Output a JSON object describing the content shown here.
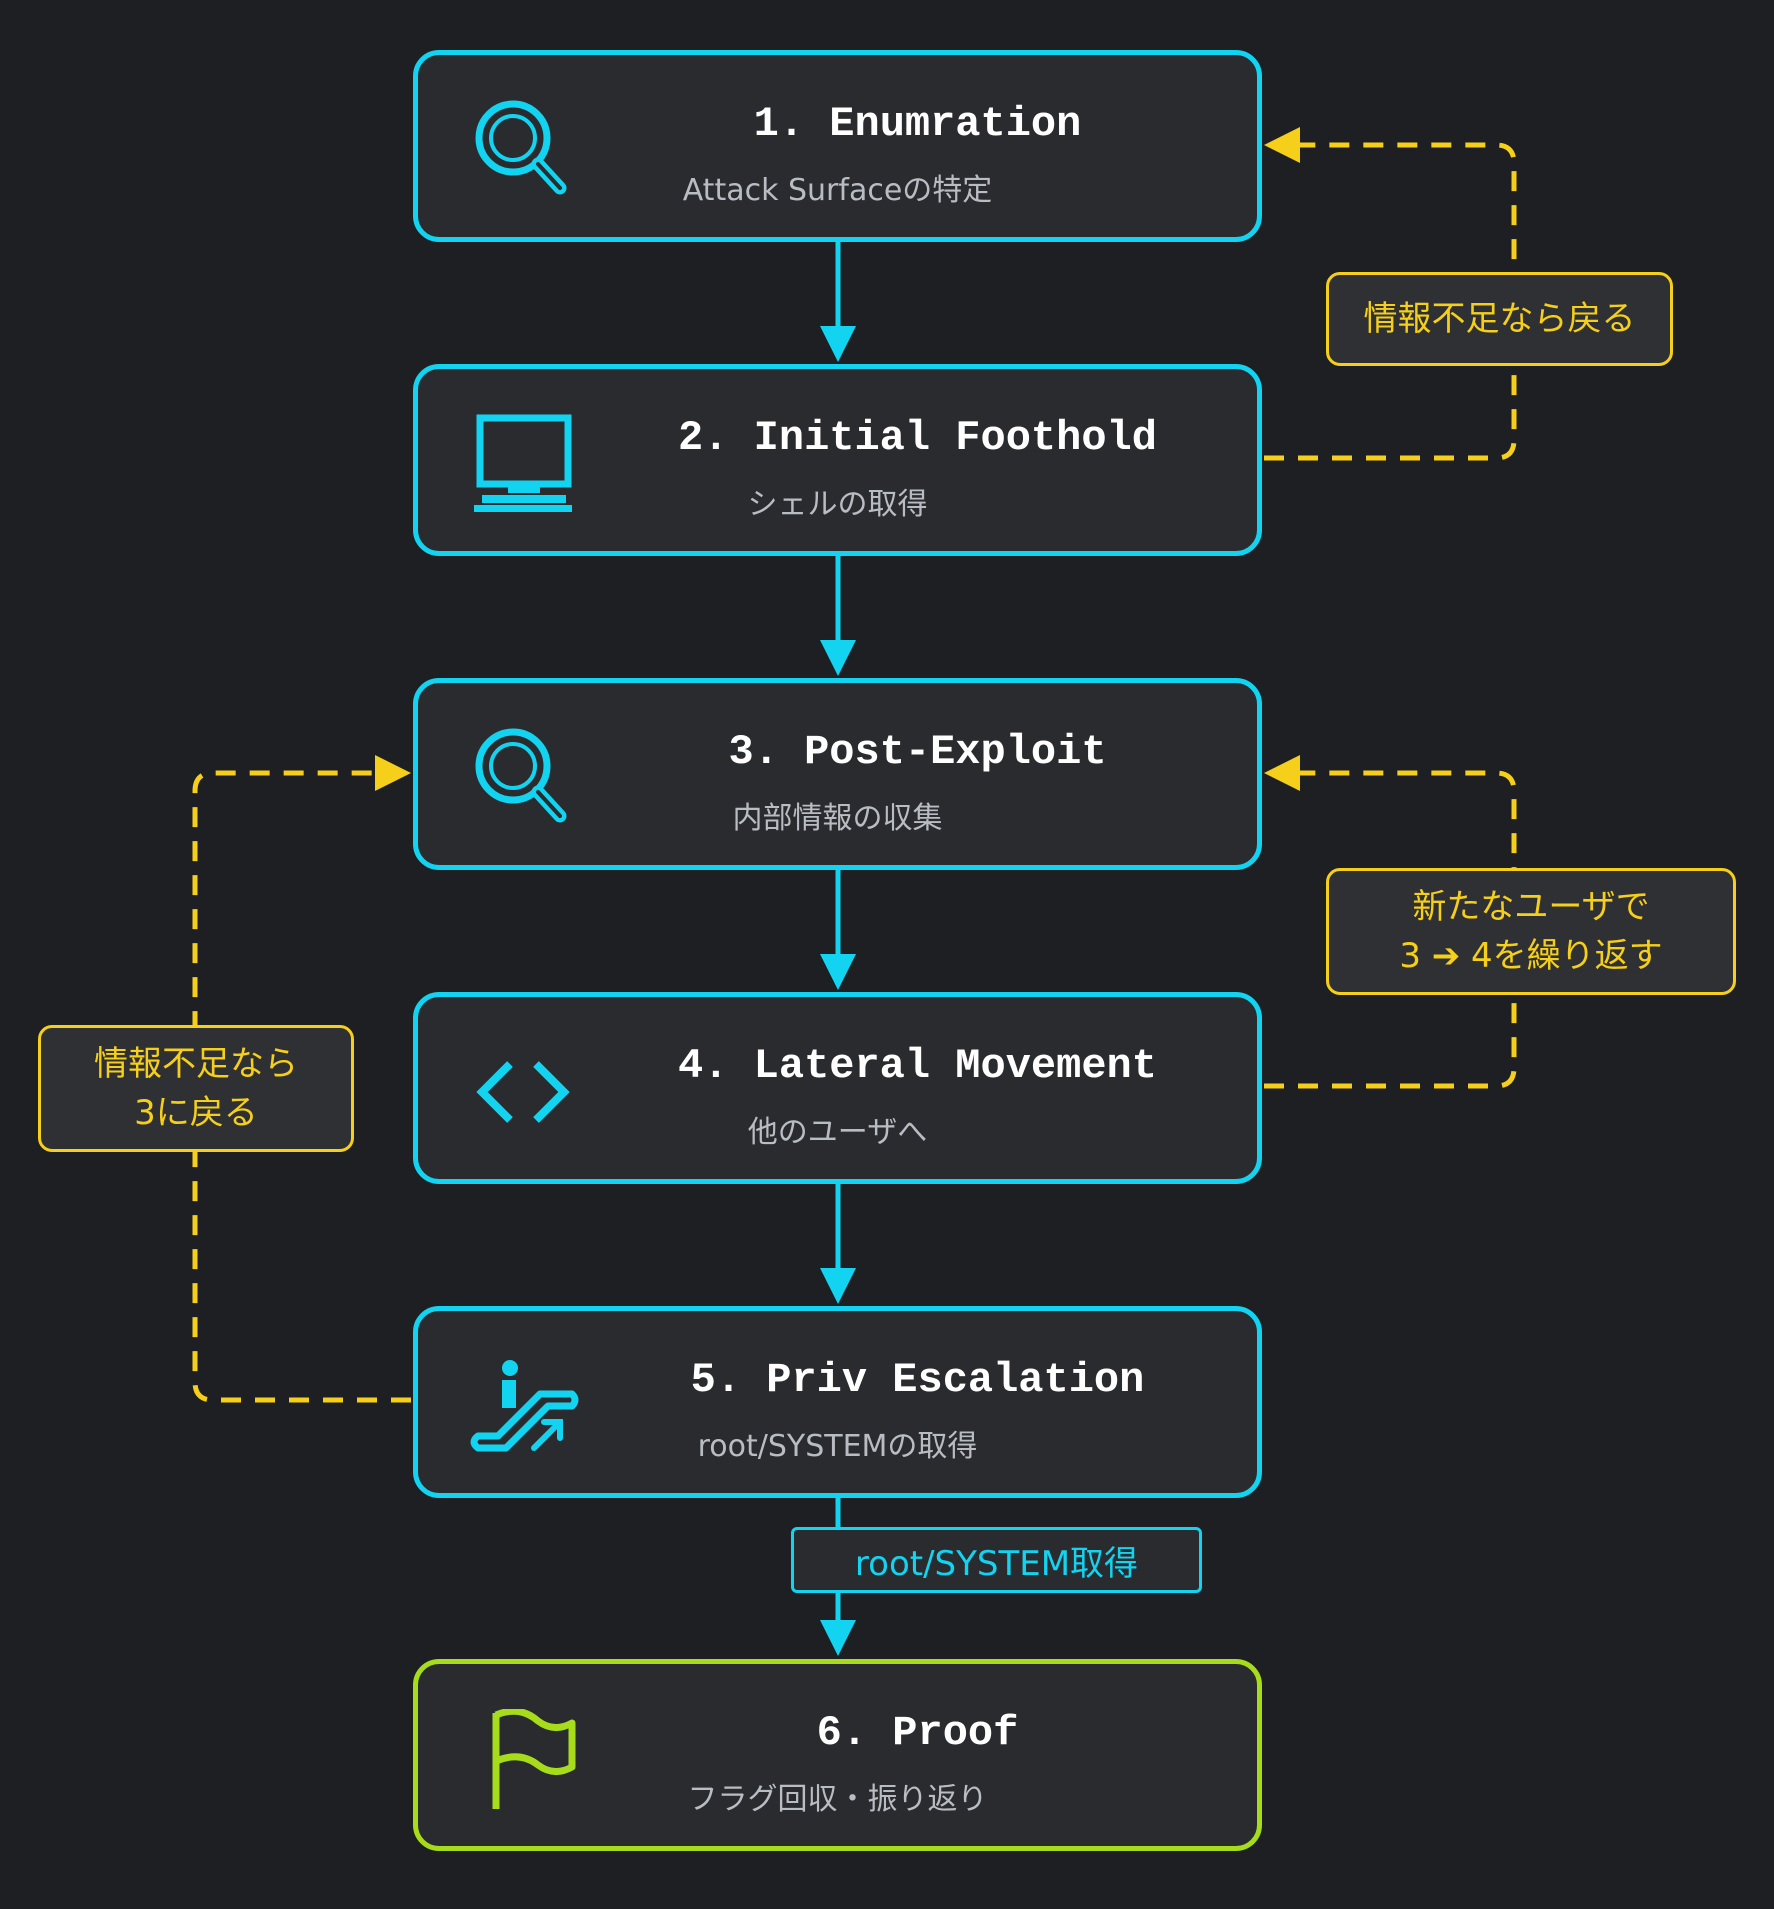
{
  "steps": [
    {
      "title": "1. Enumration",
      "subtitle": "Attack Surfaceの特定",
      "icon": "magnifier-icon"
    },
    {
      "title": "2. Initial Foothold",
      "subtitle": "シェルの取得",
      "icon": "computer-monitor-icon"
    },
    {
      "title": "3. Post-Exploit",
      "subtitle": "内部情報の収集",
      "icon": "magnifier-icon"
    },
    {
      "title": "4. Lateral Movement",
      "subtitle": "他のユーザへ",
      "icon": "code-brackets-icon"
    },
    {
      "title": "5. Priv Escalation",
      "subtitle": "root/SYSTEMの取得",
      "icon": "escalator-up-icon"
    },
    {
      "title": "6. Proof",
      "subtitle": "フラグ回収・振り返り",
      "icon": "flag-icon"
    }
  ],
  "edge_label": "root/SYSTEM取得",
  "notes": {
    "back_to_1": {
      "lines": [
        "情報不足なら戻る"
      ]
    },
    "repeat_3_4": {
      "lines": [
        "新たなユーザで",
        "3 ➔ 4を繰り返す"
      ]
    },
    "back_to_3": {
      "lines": [
        "情報不足なら",
        "3に戻る"
      ]
    }
  },
  "colors": {
    "background": "#1e1f22",
    "step_border": "#12d4f0",
    "final_border": "#a6dc1b",
    "note_accent": "#f5cf19",
    "box_fill": "#2a2b2f"
  }
}
